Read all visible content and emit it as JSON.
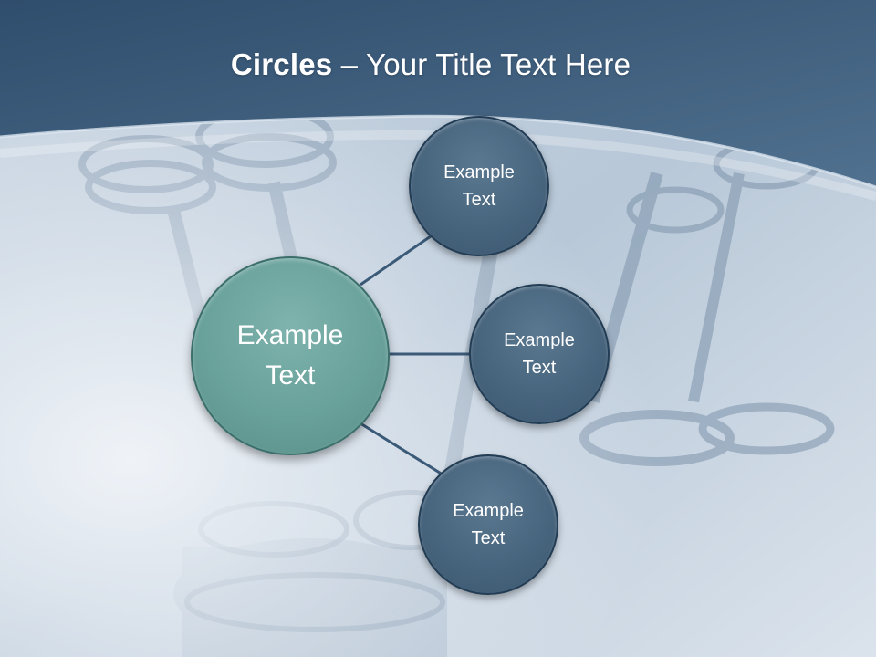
{
  "title": {
    "bold": "Circles",
    "rest": " – Your Title Text Here"
  },
  "center": {
    "line1": "Example",
    "line2": "Text"
  },
  "satellites": [
    {
      "line1": "Example",
      "line2": "Text"
    },
    {
      "line1": "Example",
      "line2": "Text"
    },
    {
      "line1": "Example",
      "line2": "Text"
    }
  ],
  "colors": {
    "header": "#3e5f80",
    "center_fill": "#69a19b",
    "satellite_fill": "#48657e",
    "connector": "#3b5a78"
  }
}
